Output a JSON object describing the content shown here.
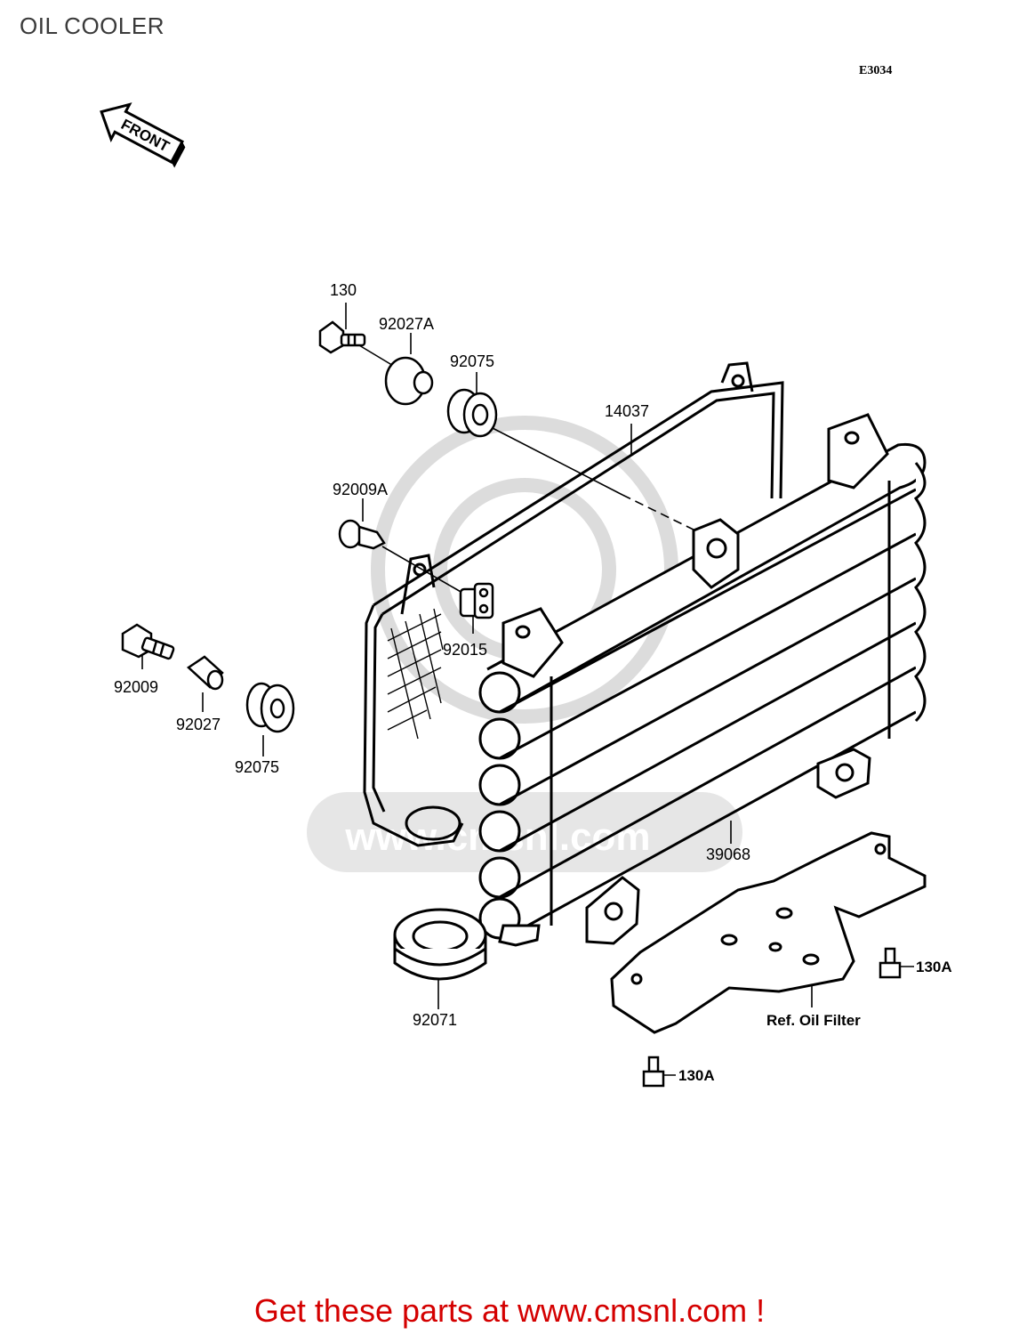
{
  "page": {
    "title": "OIL COOLER",
    "diagram_code": "E3034",
    "front_arrow_label": "FRONT",
    "watermark": "www.cmsnl.com",
    "promo": "Get these parts at www.cmsnl.com !"
  },
  "parts": {
    "p130": "130",
    "p92027A": "92027A",
    "p92075_top": "92075",
    "p14037": "14037",
    "p92009A": "92009A",
    "p92015": "92015",
    "p92009": "92009",
    "p92027": "92027",
    "p92075_left": "92075",
    "p39068": "39068",
    "p92071": "92071",
    "p130A_right": "130A",
    "p130A_bottom": "130A",
    "ref_oil_filter": "Ref. Oil Filter"
  },
  "colors": {
    "line": "#000000",
    "watermark": "#dcdcdc",
    "promo": "#d40000"
  }
}
